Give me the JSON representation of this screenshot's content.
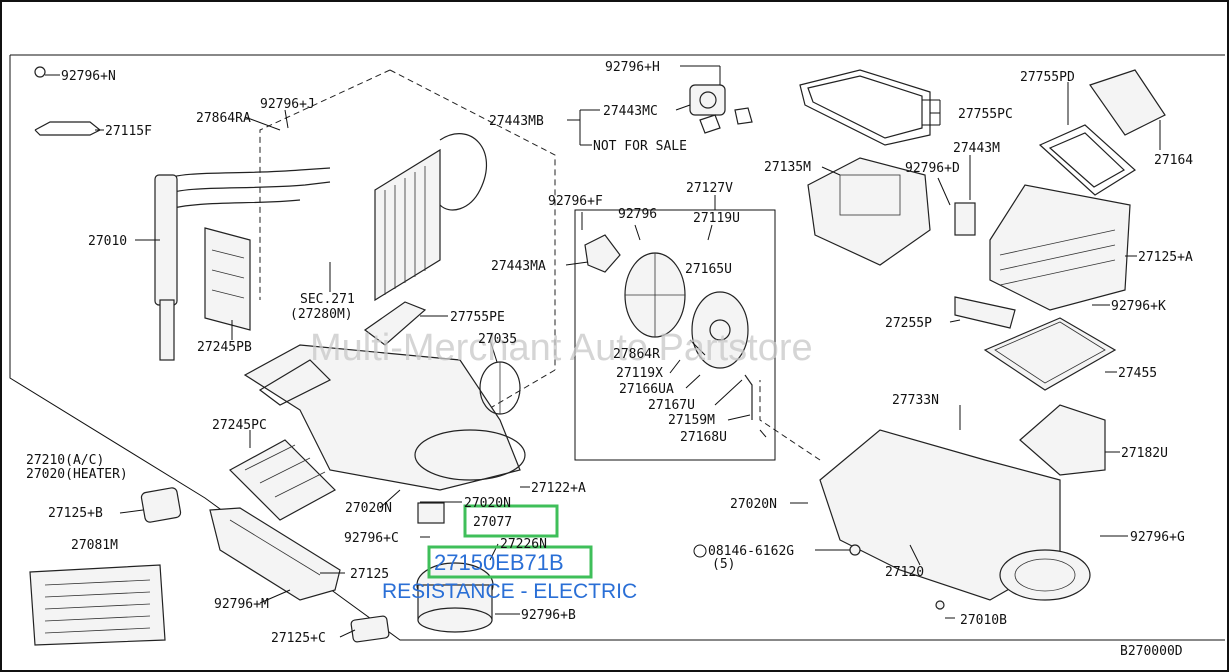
{
  "labels": {
    "l92796N": "92796+N",
    "l27115F": "27115F",
    "l27864RA": "27864RA",
    "l92796J": "92796+J",
    "l27010": "27010",
    "l27245PB": "27245PB",
    "l27245PC": "27245PC",
    "l27210": "27210(A/C)",
    "l27020H": "27020(HEATER)",
    "l27125B": "27125+B",
    "l27081M": "27081M",
    "l92796M": "92796+M",
    "l27125": "27125",
    "l27125C": "27125+C",
    "l92796H": "92796+H",
    "l27443MB": "27443MB",
    "l27443MC": "27443MC",
    "lNFS": "NOT FOR SALE",
    "lSEC": "SEC.271",
    "l27280M": "(27280M)",
    "l27755PE": "27755PE",
    "l27035": "27035",
    "l27020N": "27020N",
    "l27122A": "27122+A",
    "l27020N2": "27020N",
    "l27077": "27077",
    "l92796C": "92796+C",
    "l27226N": "27226N",
    "l92796B": "92796+B",
    "l92796F": "92796+F",
    "l92796": "92796",
    "l27443MA": "27443MA",
    "l27127V": "27127V",
    "l27119U": "27119U",
    "l27165U": "27165U",
    "l27864R": "27864R",
    "l27119X": "27119X",
    "l27166UA": "27166UA",
    "l27167U": "27167U",
    "l27159M": "27159M",
    "l27168U": "27168U",
    "l27755PD": "27755PD",
    "l27755PC": "27755PC",
    "l27135M": "27135M",
    "l27443M": "27443M",
    "l92796D": "92796+D",
    "l27164": "27164",
    "l27125A": "27125+A",
    "l92796K": "92796+K",
    "l27255P": "27255P",
    "l27455": "27455",
    "l27733N": "27733N",
    "l27182U": "27182U",
    "l27020N3": "27020N",
    "l08146": "08146-6162G",
    "l5": "(5)",
    "l27120": "27120",
    "l92796G": "92796+G",
    "l27010B": "27010B",
    "lB270000D": "B270000D"
  },
  "highlight": {
    "part_number": "27150EB71B",
    "description": "RESISTANCE - ELECTRIC"
  },
  "watermark": "Multi-Merchant Auto Partstore",
  "colors": {
    "highlight_box": "#3fbf5a",
    "highlight_text": "#2a6fd6"
  }
}
